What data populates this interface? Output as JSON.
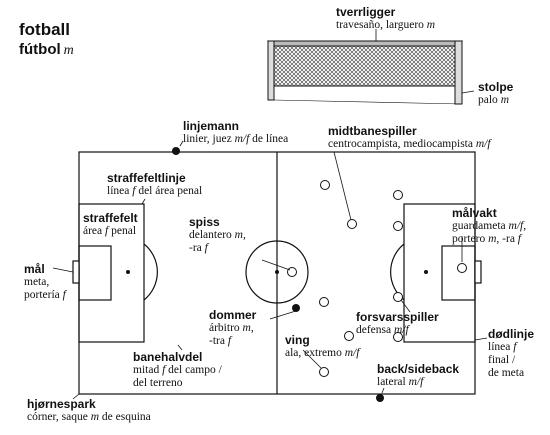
{
  "title": {
    "word": "fotball",
    "translation": "fútbol",
    "gender": "m"
  },
  "labels": {
    "tverrligger": {
      "term": "tverrligger",
      "lines": [
        "travesaño, larguero <i>m</i>"
      ]
    },
    "stolpe": {
      "term": "stolpe",
      "lines": [
        "palo <i>m</i>"
      ]
    },
    "linjemann": {
      "term": "linjemann",
      "lines": [
        "linier, juez <i>m/f</i> de línea"
      ]
    },
    "midtbanespiller": {
      "term": "midtbanespiller",
      "lines": [
        "centrocampista, mediocampista <i>m/f</i>"
      ]
    },
    "straffefeltlinje": {
      "term": "straffefeltlinje",
      "lines": [
        "línea <i>f</i> del área penal"
      ]
    },
    "straffefelt": {
      "term": "straffefelt",
      "lines": [
        "área <i>f</i> penal"
      ]
    },
    "spiss": {
      "term": "spiss",
      "lines": [
        "delantero <i>m</i>,",
        "-ra <i>f</i>"
      ]
    },
    "malvakt": {
      "term": "målvakt",
      "lines": [
        "guardameta <i>m/f</i>,",
        "portero <i>m</i>, -ra <i>f</i>"
      ]
    },
    "mal": {
      "term": "mål",
      "lines": [
        "meta,",
        "portería <i>f</i>"
      ]
    },
    "dommer": {
      "term": "dommer",
      "lines": [
        "árbitro <i>m</i>,",
        "-tra <i>f</i>"
      ]
    },
    "forsvarsspiller": {
      "term": "forsvarsspiller",
      "lines": [
        "defensa <i>m/f</i>"
      ]
    },
    "ving": {
      "term": "ving",
      "lines": [
        "ala, extremo <i>m/f</i>"
      ]
    },
    "dodlinje": {
      "term": "dødlinje",
      "lines": [
        "línea <i>f</i>",
        "final /",
        "de meta"
      ]
    },
    "banehalvdel": {
      "term": "banehalvdel",
      "lines": [
        "mitad <i>f</i> del campo /",
        "del terreno"
      ]
    },
    "backsideback": {
      "term": "back/sideback",
      "lines": [
        "lateral <i>m/f</i>"
      ]
    },
    "hjornespark": {
      "term": "hjørnespark",
      "lines": [
        "córner, saque <i>m</i> de esquina"
      ]
    }
  }
}
